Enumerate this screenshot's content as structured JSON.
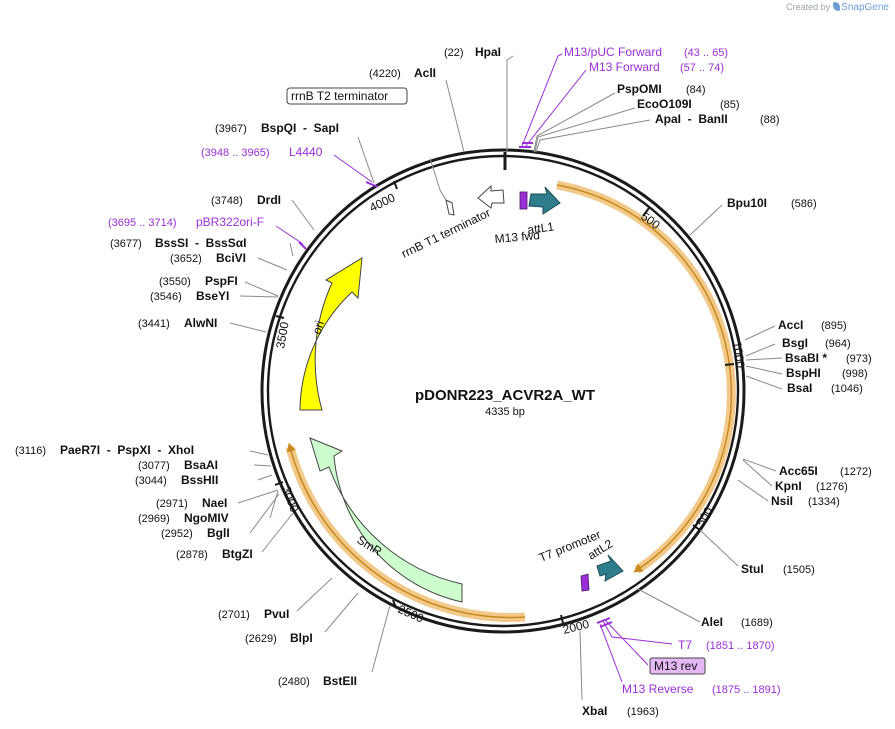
{
  "app": {
    "created_by": "Created by",
    "brand": "SnapGene"
  },
  "plasmid": {
    "name": "pDONR223_ACVR2A_WT",
    "size": "4335 bp",
    "length": 4335
  },
  "colors": {
    "backbone": "#1a1a1a",
    "orf_highlight": "#f3c98b",
    "ori": "#ffff00",
    "smr": "#cdfccd",
    "att": "#2f7d8c",
    "primer": "#9a2fd6",
    "primer_box_fill": "#e3b8f5"
  },
  "ticks": [
    {
      "bp": 500,
      "label": "500"
    },
    {
      "bp": 1000,
      "label": "1000"
    },
    {
      "bp": 1500,
      "label": "1500"
    },
    {
      "bp": 2000,
      "label": "2000"
    },
    {
      "bp": 2500,
      "label": "2500"
    },
    {
      "bp": 3000,
      "label": "3000"
    },
    {
      "bp": 3500,
      "label": "3500"
    },
    {
      "bp": 4000,
      "label": "4000"
    }
  ],
  "sites": [
    {
      "name": "HpaI",
      "pos": "(22)",
      "bp": 22,
      "side": "left"
    },
    {
      "name": "PspOMI",
      "pos": "(84)",
      "bp": 84,
      "side": "right"
    },
    {
      "name": "EcoO109I",
      "pos": "(85)",
      "bp": 85,
      "side": "right"
    },
    {
      "name": "ApaI  -  BanII",
      "pos": "(88)",
      "bp": 88,
      "side": "right"
    },
    {
      "name": "Bpu10I",
      "pos": "(586)",
      "bp": 586,
      "side": "right"
    },
    {
      "name": "AccI",
      "pos": "(895)",
      "bp": 895,
      "side": "right"
    },
    {
      "name": "BsgI",
      "pos": "(964)",
      "bp": 964,
      "side": "right"
    },
    {
      "name": "BsaBI *",
      "pos": "(973)",
      "bp": 973,
      "side": "right"
    },
    {
      "name": "BspHI",
      "pos": "(998)",
      "bp": 998,
      "side": "right"
    },
    {
      "name": "BsaI",
      "pos": "(1046)",
      "bp": 1046,
      "side": "right"
    },
    {
      "name": "Acc65I",
      "pos": "(1272)",
      "bp": 1272,
      "side": "right"
    },
    {
      "name": "KpnI",
      "pos": "(1276)",
      "bp": 1276,
      "side": "right"
    },
    {
      "name": "NsiI",
      "pos": "(1334)",
      "bp": 1334,
      "side": "right"
    },
    {
      "name": "StuI",
      "pos": "(1505)",
      "bp": 1505,
      "side": "right"
    },
    {
      "name": "AleI",
      "pos": "(1689)",
      "bp": 1689,
      "side": "right"
    },
    {
      "name": "XbaI",
      "pos": "(1963)",
      "bp": 1963,
      "side": "right"
    },
    {
      "name": "BstEII",
      "pos": "(2480)",
      "bp": 2480,
      "side": "left"
    },
    {
      "name": "BlpI",
      "pos": "(2629)",
      "bp": 2629,
      "side": "left"
    },
    {
      "name": "PvuI",
      "pos": "(2701)",
      "bp": 2701,
      "side": "left"
    },
    {
      "name": "BtgZI",
      "pos": "(2878)",
      "bp": 2878,
      "side": "left"
    },
    {
      "name": "BglI",
      "pos": "(2952)",
      "bp": 2952,
      "side": "left"
    },
    {
      "name": "NgoMIV",
      "pos": "(2969)",
      "bp": 2969,
      "side": "left"
    },
    {
      "name": "NaeI",
      "pos": "(2971)",
      "bp": 2971,
      "side": "left"
    },
    {
      "name": "BssHII",
      "pos": "(3044)",
      "bp": 3044,
      "side": "left"
    },
    {
      "name": "BsaAI",
      "pos": "(3077)",
      "bp": 3077,
      "side": "left"
    },
    {
      "name": "PaeR7I  -  PspXI  -  XhoI",
      "pos": "(3116)",
      "bp": 3116,
      "side": "left"
    },
    {
      "name": "AlwNI",
      "pos": "(3441)",
      "bp": 3441,
      "side": "left"
    },
    {
      "name": "BseYI",
      "pos": "(3546)",
      "bp": 3546,
      "side": "left"
    },
    {
      "name": "PspFI",
      "pos": "(3550)",
      "bp": 3550,
      "side": "left"
    },
    {
      "name": "BciVI",
      "pos": "(3652)",
      "bp": 3652,
      "side": "left"
    },
    {
      "name": "BssSI  -  BssSαI",
      "pos": "(3677)",
      "bp": 3677,
      "side": "left"
    },
    {
      "name": "DrdI",
      "pos": "(3748)",
      "bp": 3748,
      "side": "left"
    },
    {
      "name": "BspQI  -  SapI",
      "pos": "(3967)",
      "bp": 3967,
      "side": "left"
    },
    {
      "name": "AclI",
      "pos": "(4220)",
      "bp": 4220,
      "side": "left"
    }
  ],
  "primers": [
    {
      "name": "M13/pUC Forward",
      "range": "(43 .. 65)",
      "bp": 54
    },
    {
      "name": "M13 Forward",
      "range": "(57 .. 74)",
      "bp": 65
    },
    {
      "name": "T7",
      "range": "(1851 .. 1870)",
      "bp": 1860
    },
    {
      "name": "M13 Reverse",
      "range": "(1875 .. 1891)",
      "bp": 1883
    },
    {
      "name": "L4440",
      "range": "(3948 .. 3965)",
      "bp": 3956
    },
    {
      "name": "pBR322ori-F",
      "range": "(3695 .. 3714)",
      "bp": 3704
    }
  ],
  "boxed_labels": {
    "m13_rev": "M13 rev",
    "rrnb_t2": "rrnB T2 terminator"
  },
  "features": {
    "rrnb_t1": "rrnB T1 terminator",
    "m13_fwd": "M13 fwd",
    "attl1": "attL1",
    "t7_promoter": "T7 promoter",
    "attl2": "attL2",
    "ori": "ori",
    "smr": "SmR"
  }
}
